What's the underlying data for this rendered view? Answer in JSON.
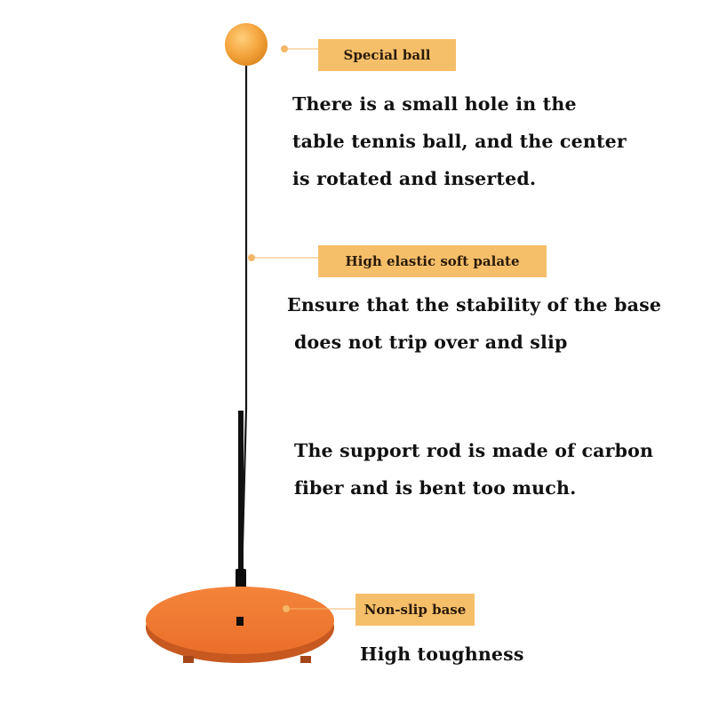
{
  "labels": {
    "special_ball": "Special ball",
    "soft_palate": "High elastic soft palate",
    "base": "Non-slip base"
  },
  "descriptions": {
    "ball": [
      "There is a small hole in the",
      "table tennis ball, and the center",
      "is rotated and inserted."
    ],
    "base_stability": [
      "Ensure that the stability of the base",
      "does not trip over and slip"
    ],
    "rod": [
      "The support rod is made of carbon",
      "fiber and is bent too much."
    ],
    "toughness": "High toughness"
  },
  "colors": {
    "ball": "#f5a640",
    "base": "#ee7430",
    "rod": "#151515",
    "tag_bg": "#f5bf6a",
    "dot": "#f3b767"
  }
}
